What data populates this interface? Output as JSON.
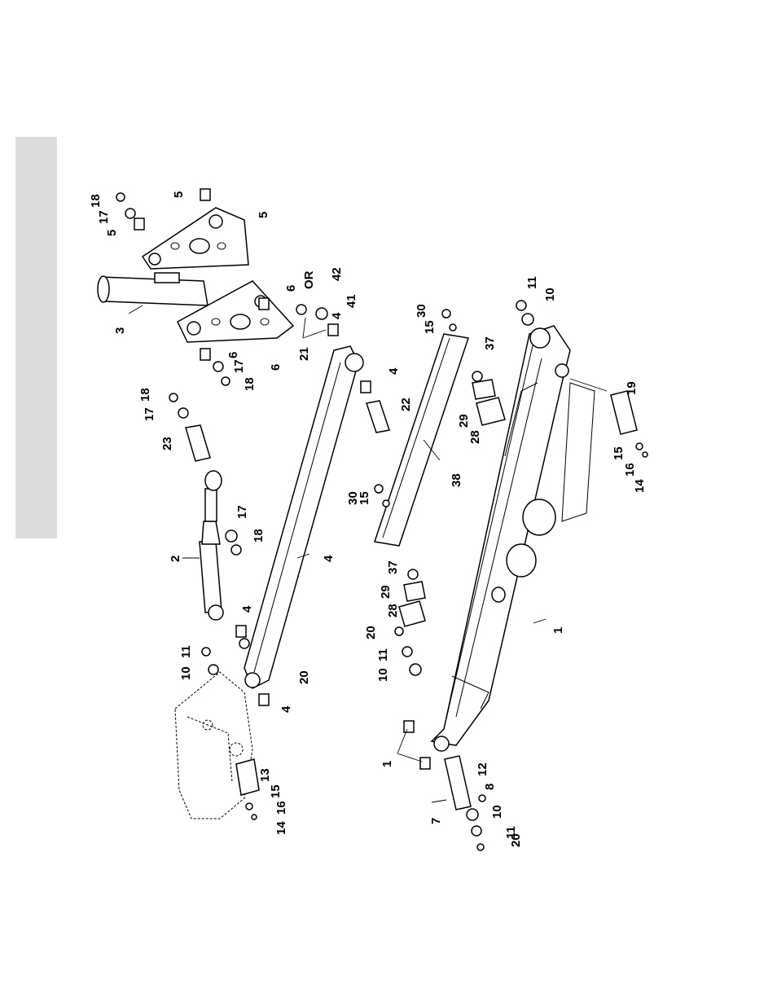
{
  "labels": {
    "n1": "1",
    "n2": "2",
    "n3": "3",
    "n4": "4",
    "n5": "5",
    "n6": "6",
    "n7": "7",
    "n8": "8",
    "n10": "10",
    "n11": "11",
    "n12": "12",
    "n13": "13",
    "n14": "14",
    "n15": "15",
    "n16": "16",
    "n17": "17",
    "n18": "18",
    "n19": "19",
    "n20": "20",
    "n21": "21",
    "n22": "22",
    "n23": "23",
    "n28": "28",
    "n29": "29",
    "n30": "30",
    "n37": "37",
    "n38": "38",
    "n41": "41",
    "n42": "42",
    "or": "OR"
  }
}
